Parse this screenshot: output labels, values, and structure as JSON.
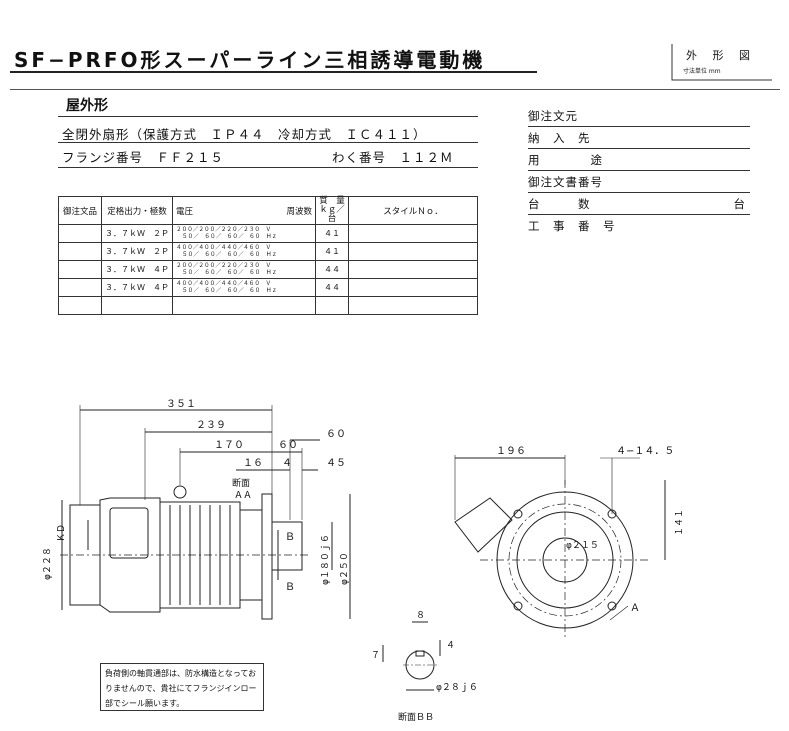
{
  "title": "SF−PRFO形スーパーライン三相誘導電動機",
  "drawing_type": "外 形 図",
  "unit_note": "寸法単位  mm",
  "outdoor": "屋外形",
  "spec_line1": "全閉外扇形（保護方式　ＩＰ４４　冷却方式　ＩＣ４１１）",
  "spec_line2_left": "フランジ番号　ＦＦ２１５",
  "spec_line2_right": "わく番号　１１２Ｍ",
  "right_fields": [
    "御注文元",
    "納　入　先",
    "用　　　　途",
    "御注文書番号",
    "台　　　数",
    "工　事　番　号"
  ],
  "right_fields_suffix": "台",
  "table": {
    "headers": [
      "御注文品",
      "定格出力・極数",
      "電圧",
      "周波数",
      "質　量\nｋｇ／台",
      "スタイルＮｏ．"
    ],
    "rows": [
      {
        "output": "３．７ｋＷ　２Ｐ",
        "voltage": "２００／２００／２２０／２３０　Ｖ",
        "freq": "５０／　６０／　６０／　６０　Ｈｚ",
        "mass": "４１"
      },
      {
        "output": "３．７ｋＷ　２Ｐ",
        "voltage": "４００／４００／４４０／４６０　Ｖ",
        "freq": "５０／　６０／　６０／　６０　Ｈｚ",
        "mass": "４１"
      },
      {
        "output": "３．７ｋＷ　４Ｐ",
        "voltage": "２００／２００／２２０／２３０　Ｖ",
        "freq": "５０／　６０／　６０／　６０　Ｈｚ",
        "mass": "４４"
      },
      {
        "output": "３．７ｋＷ　４Ｐ",
        "voltage": "４００／４００／４４０／４６０　Ｖ",
        "freq": "５０／　６０／　６０／　６０　Ｈｚ",
        "mass": "４４"
      }
    ]
  },
  "dims": {
    "d351": "３５１",
    "d239": "２３９",
    "d170": "１７０",
    "d60a": "６０",
    "d60b": "６０",
    "d16": "１６",
    "d4": "４",
    "d45": "４５",
    "section_aa": "断面",
    "aa": "ＡＡ",
    "kd": "ＫＤ",
    "phi228": "φ２２８",
    "phi180": "φ１８０ｊ６",
    "phi250": "φ２５０",
    "b": "Ｂ",
    "d196": "１９６",
    "holes": "４−１４．５",
    "d141": "１４１",
    "phi215": "φ２１５",
    "a": "Ａ",
    "d8": "８",
    "d7": "７",
    "d4b": "４",
    "phi28": "φ２８ｊ６",
    "section_bb": "断面ＢＢ"
  },
  "note": "負荷側の軸貫通部は、防水構造となっておりませんので、貴社にてフランジインロー部でシール願います。"
}
